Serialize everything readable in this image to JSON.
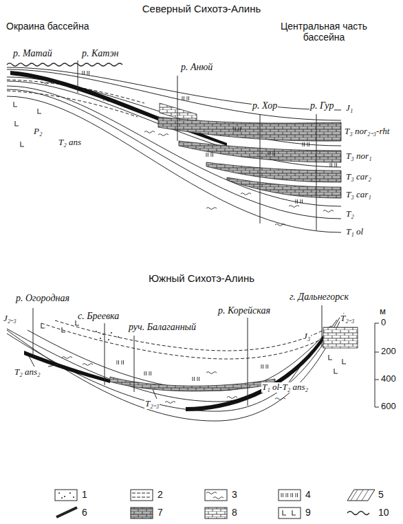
{
  "diagram": {
    "labels": [
      "Северный Сихотэ-Алинь",
      "Окраина бассейна",
      "Центральная часть бассейна",
      "р. Матай",
      "р. Катэн",
      "р. Анюй",
      "р. Хор",
      "р. Гур",
      "J₁",
      "T₃ nor₂₋₃-rht",
      "T₃ nor₁",
      "T₃ car₂",
      "T₃ car₁",
      "T₂",
      "T₁ ol",
      "P₂",
      "T₂ ans",
      "Южный Сихотэ-Алинь",
      "р. Огородная",
      "с. Бреевка",
      "руч. Балаганный",
      "р. Корейская",
      "г. Дальнегорск",
      "J₂₋₃",
      "T₂ ans₂",
      "T₂₋₃",
      "J₃",
      "T₂₋₃",
      "T₁ ol-T₂ ans₂",
      "м",
      "0",
      "200",
      "400",
      "600"
    ],
    "legend": [
      {
        "text": "1"
      },
      {
        "text": "2"
      },
      {
        "text": "3"
      },
      {
        "text": "4"
      },
      {
        "text": "5"
      },
      {
        "text": "6"
      },
      {
        "text": "7"
      },
      {
        "text": "8"
      },
      {
        "text": "9"
      },
      {
        "text": "10"
      }
    ]
  }
}
